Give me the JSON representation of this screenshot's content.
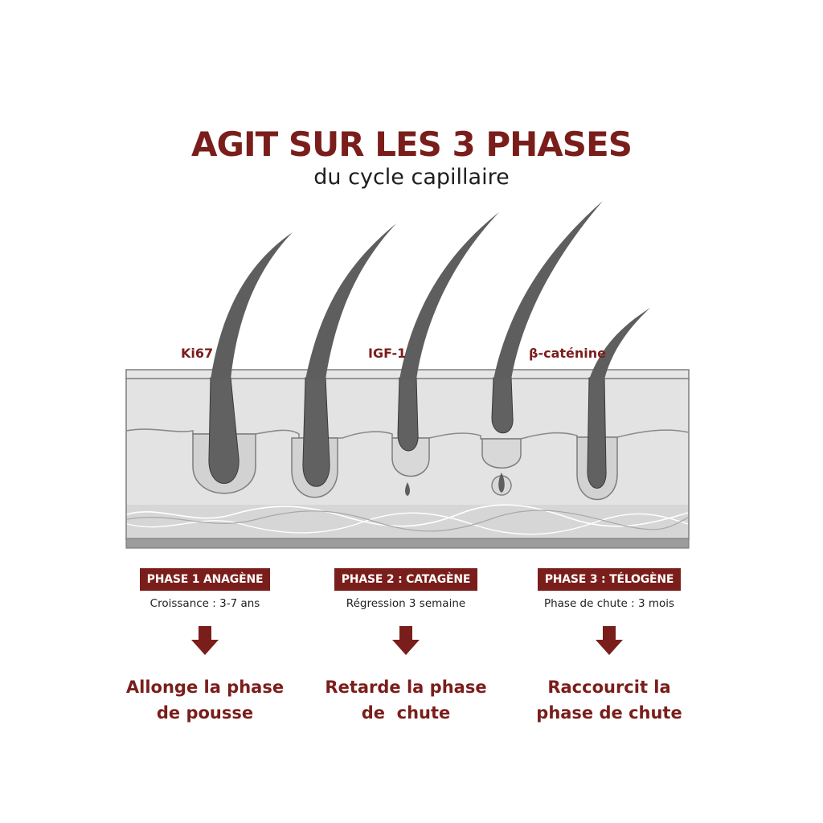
{
  "header": {
    "title": "AGIT SUR LES 3 PHASES",
    "subtitle": "du cycle capillaire"
  },
  "markers": {
    "ki67": "Ki67",
    "igf1": "IGF-1",
    "beta_catenine": "β-caténine"
  },
  "colors": {
    "accent": "#7a1e1b",
    "hair": "#5e5e5e",
    "skin": "#e2e2e2",
    "border": "#7d7d7d"
  },
  "phases": [
    {
      "label": "PHASE 1 ANAGÈNE",
      "description": "Croissance : 3-7 ans",
      "effect_line1": "Allonge la phase",
      "effect_line2": "de pousse"
    },
    {
      "label": "PHASE 2 : CATAGÈNE",
      "description": "Régression 3 semaine",
      "effect_line1": "Retarde la phase",
      "effect_line2": "de  chute"
    },
    {
      "label": "PHASE 3 : TÉLOGÈNE",
      "description": "Phase de chute : 3 mois",
      "effect_line1": "Raccourcit la",
      "effect_line2": "phase de chute"
    }
  ]
}
